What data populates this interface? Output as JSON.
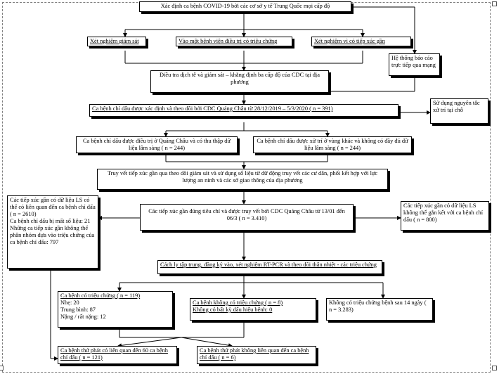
{
  "boxes": {
    "b1": "Xác định ca bệnh COVID-19 bởi các cơ sở y tế Trung Quốc mọi cấp độ",
    "b2": "Xét nghiệm giám sát",
    "b3": "Vào một bệnh viện điều trị có triệu chứng",
    "b4": "Xét nghiệm vì có tiếp xúc gần",
    "b5": "Hệ thống báo cáo trực tiếp qua mạng",
    "b6": "Điều tra dịch tễ và giám sát – khẳng định ba cấp độ của CDC tại địa phương",
    "b7": "Ca bệnh chỉ dấu được xác định và theo dõi bởi CDC Quảng Châu từ 28/12/2019 – 5/3/2020 ( n = 391)",
    "b8": "Sử dụng nguyên tắc xử trí tại chỗ",
    "b9": "Ca bệnh chỉ dấu được điều trị ở Quảng Châu và có thu thập dữ liệu lâm sàng ( n = 244)",
    "b10": "Ca bệnh chỉ dấu được xử trí ở vùng khác và không có đầy đủ dữ liệu lâm sàng ( n = 244)",
    "b11": "Truy vết tiếp xúc gần qua theo dõi giám sát và sử dụng số liệu từ dữ động truy vết các cư dân, phối kết hợp với lực lượng an ninh và các sở giao thông của địa phương",
    "b12": "Các tiếp xúc gần đúng tiêu chí và được truy vết bởi CDC Quảng Châu từ 13/01 đến 06/3 ( n = 3.410)",
    "b13": [
      "Các tiếp xúc gần có dữ liệu LS có thể có liên quan đến ca bệnh chỉ dấu ( n = 2610)",
      "Ca bệnh chỉ dấu bị mất số liệu: 21",
      "Những ca tiếp xúc gần không thể phân nhóm dựa vào triệu chứng của ca bệnh chỉ dấu: 797"
    ],
    "b14": "Các tiếp xúc gần có dữ liệu LS không thể gắn kết với ca bệnh chỉ dấu ( n = 800)",
    "b15": "Cách ly tập trung, đăng ký vào, xét nghiệm RT-PCR và theo dõi thân nhiệt - các triệu chứng",
    "b16": [
      "Ca bệnh có triệu chứng ( n = 119)",
      "Nhẹ: 20",
      "Trung bình: 87",
      "Nặng / rất nặng: 12"
    ],
    "b17": [
      "Ca bệnh không có triệu chứng ( n = 8)",
      "Không có bất kỳ dấu hiệu bệnh: 0"
    ],
    "b18": "Không có triệu chứng bệnh sau 14 ngày ( n = 3.283)",
    "b19": "Ca bệnh thứ phát có liên quan đến 60 ca bệnh chỉ dấu ( n = 121)",
    "b20": "Ca bệnh thứ phát không liên quan đến ca bệnh chỉ dấu ( n = 6)"
  }
}
